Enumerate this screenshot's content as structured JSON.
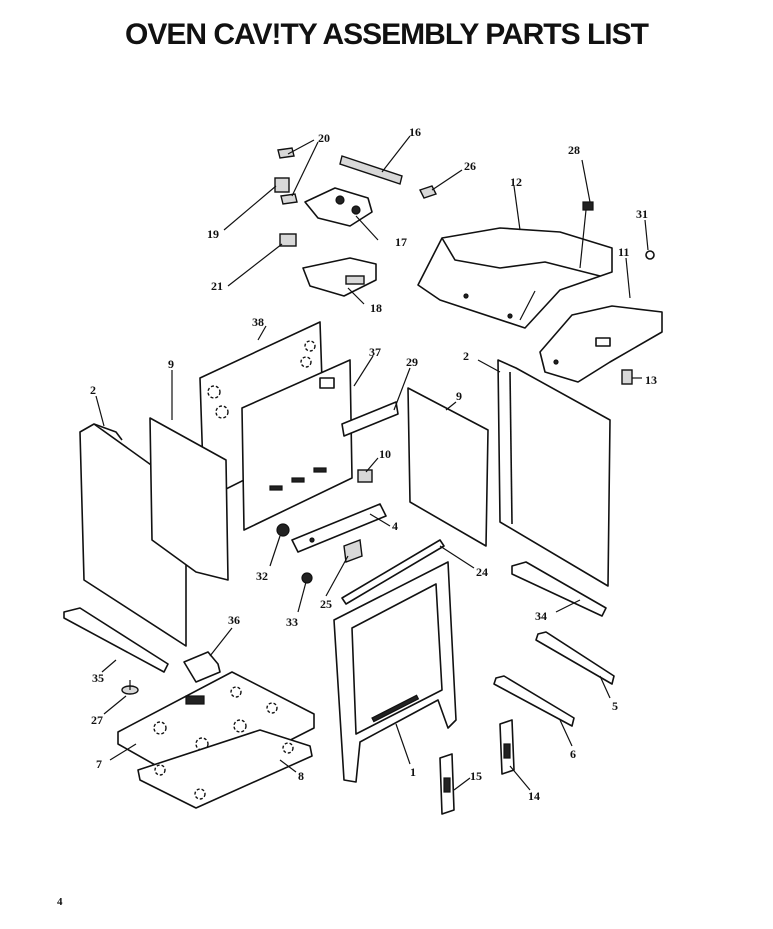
{
  "title": "OVEN CAV!TY ASSEMBLY PARTS LIST",
  "page_number": "4",
  "callouts": {
    "c1": "1",
    "c2a": "2",
    "c2b": "2",
    "c4": "4",
    "c5": "5",
    "c6": "6",
    "c7": "7",
    "c8": "8",
    "c9a": "9",
    "c9b": "9",
    "c10": "10",
    "c11": "11",
    "c12": "12",
    "c13": "13",
    "c14": "14",
    "c15": "15",
    "c16": "16",
    "c17": "17",
    "c18": "18",
    "c19": "19",
    "c20": "20",
    "c21": "21",
    "c24": "24",
    "c25": "25",
    "c26": "26",
    "c27": "27",
    "c28": "28",
    "c29": "29",
    "c31": "31",
    "c32": "32",
    "c33": "33",
    "c34": "34",
    "c35": "35",
    "c36": "36",
    "c37": "37",
    "c38": "38"
  }
}
